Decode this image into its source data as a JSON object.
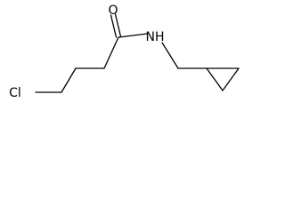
{
  "molecule": {
    "atoms": {
      "oxygen": "O",
      "nitrogen_hydrogen": "NH",
      "chlorine": "Cl"
    }
  }
}
